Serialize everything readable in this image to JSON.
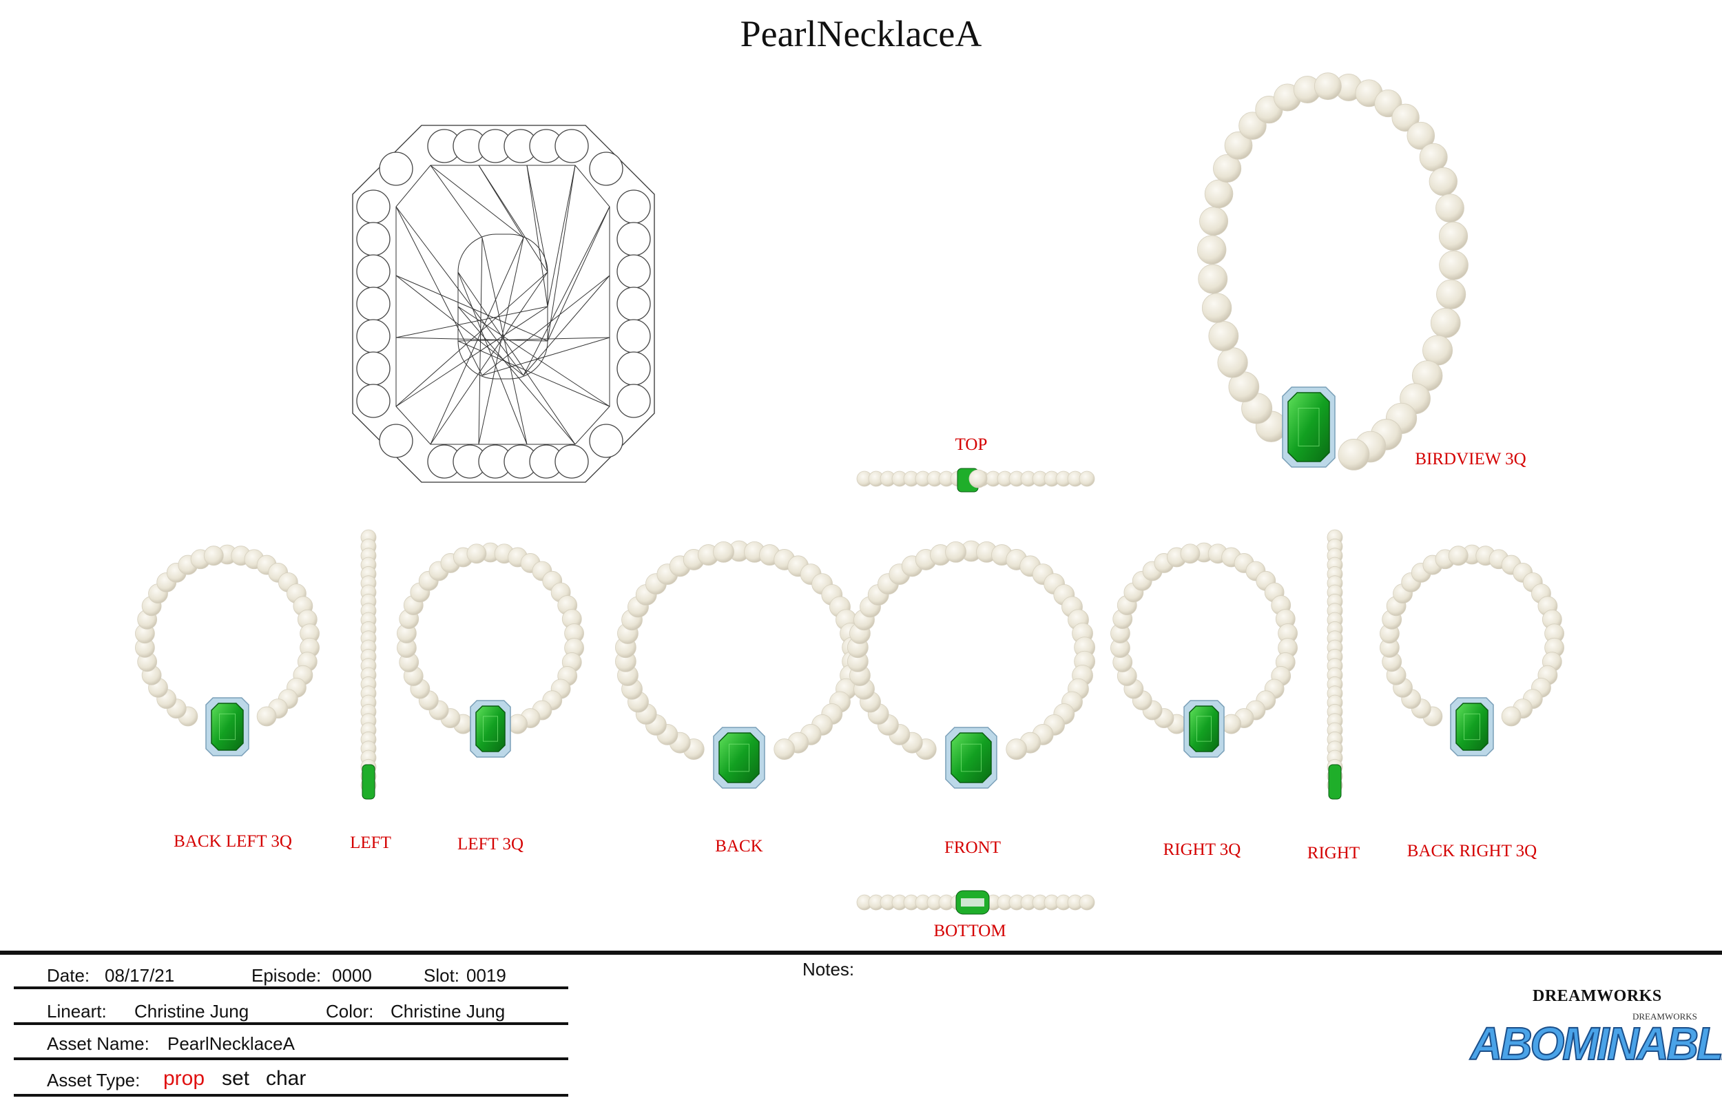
{
  "title": "PearlNecklaceA",
  "views": {
    "top": "TOP",
    "birdview": "BIRDVIEW 3Q",
    "back_left_3q": "BACK LEFT 3Q",
    "left": "LEFT",
    "left_3q": "LEFT 3Q",
    "back": "BACK",
    "front": "FRONT",
    "right_3q": "RIGHT 3Q",
    "right": "RIGHT",
    "back_right_3q": "BACK RIGHT 3Q",
    "bottom": "BOTTOM"
  },
  "footer": {
    "date_label": "Date:",
    "date_value": "08/17/21",
    "episode_label": "Episode:",
    "episode_value": "0000",
    "slot_label": "Slot:",
    "slot_value": "0019",
    "lineart_label": "Lineart:",
    "lineart_value": "Christine Jung",
    "color_label": "Color:",
    "color_value": "Christine Jung",
    "asset_name_label": "Asset Name:",
    "asset_name_value": "PearlNecklaceA",
    "asset_type_label": "Asset Type:",
    "asset_types": [
      "prop",
      "set",
      "char"
    ],
    "asset_type_selected": "prop",
    "notes_label": "Notes:"
  },
  "logo": {
    "studio": "DREAMWORKS",
    "studio_small": "DREAMWORKS",
    "film": "ABOMINABLE"
  },
  "colors": {
    "pearl": "#ece7d8",
    "emerald": "#1fae2a",
    "setting": "#b9d6e6",
    "label": "#d40000"
  }
}
